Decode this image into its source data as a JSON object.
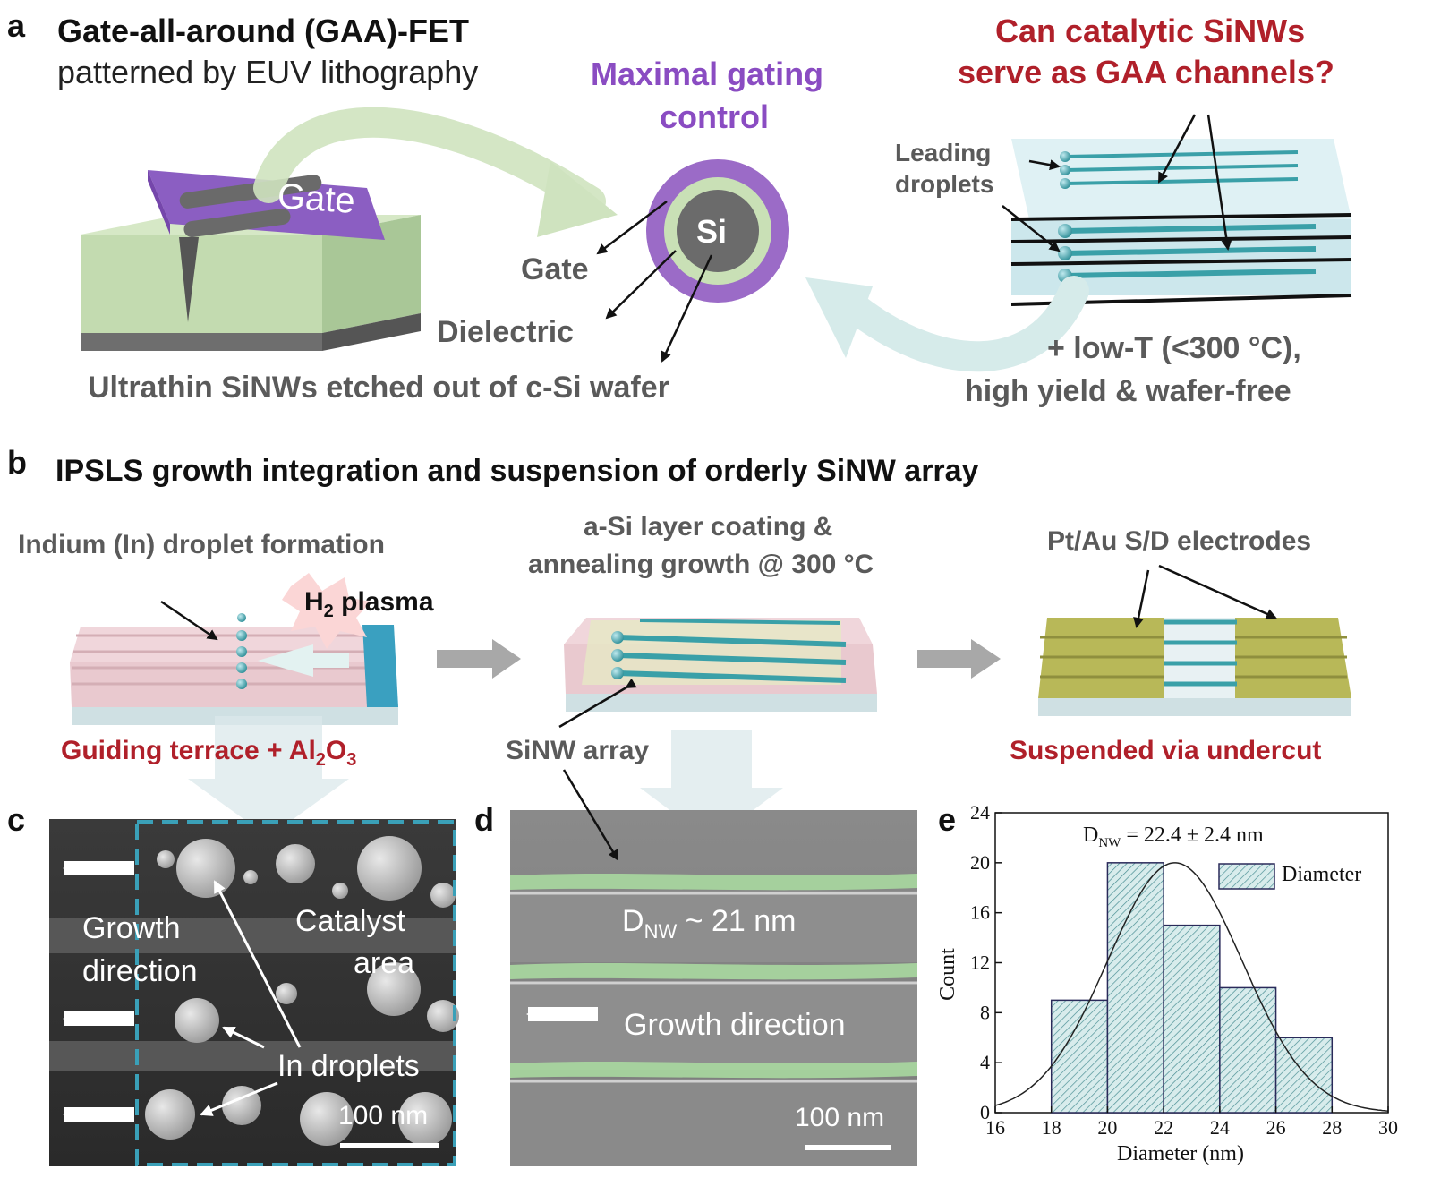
{
  "panel_a": {
    "letter": "a",
    "title_line1": "Gate-all-around (GAA)-FET",
    "title_line2": "patterned by EUV lithography",
    "gate_label": "Gate",
    "center_title_line1": "Maximal gating",
    "center_title_line2": "control",
    "si_label": "Si",
    "gate_text": "Gate",
    "dielectric_text": "Dielectric",
    "bottom_caption": "Ultrathin SiNWs etched out of c-Si wafer",
    "question_line1": "Can catalytic SiNWs",
    "question_line2": "serve as GAA channels?",
    "leading_line1": "Leading",
    "leading_line2": "droplets",
    "right_caption_line1": "+ low-T (<300 °C),",
    "right_caption_line2": "high yield & wafer-free"
  },
  "panel_b": {
    "letter": "b",
    "title": "IPSLS growth integration and suspension of orderly SiNW array",
    "step1_title": "Indium (In) droplet formation",
    "plasma_label": "H",
    "plasma_sub": "2",
    "plasma_rest": " plasma",
    "step1_caption_main": "Guiding terrace + Al",
    "step1_caption_sub1": "2",
    "step1_caption_mid": "O",
    "step1_caption_sub2": "3",
    "step2_title_line1": "a-Si layer coating &",
    "step2_title_line2": "annealing growth @ 300 °C",
    "step2_caption": "SiNW array",
    "step3_title": "Pt/Au S/D electrodes",
    "step3_caption": "Suspended via undercut"
  },
  "panel_c": {
    "letter": "c",
    "growth_line1": "Growth",
    "growth_line2": "direction",
    "catalyst_line1": "Catalyst",
    "catalyst_line2": "area",
    "droplets": "In droplets",
    "scale": "100 nm"
  },
  "panel_d": {
    "letter": "d",
    "dnw_main": "D",
    "dnw_sub": "NW",
    "dnw_rest": " ~ 21 nm",
    "growth": "Growth direction",
    "scale": "100 nm"
  },
  "panel_e": {
    "letter": "e",
    "annotation_main": "D",
    "annotation_sub": "NW",
    "annotation_rest": " = 22.4 ± 2.4 nm",
    "legend_label": "Diameter",
    "xlabel": "Diameter (nm)",
    "ylabel": "Count"
  },
  "colors": {
    "purple": "#9b6bc7",
    "green": "#c7e0b8",
    "teal": "#3aa0a8",
    "red": "#b0202a",
    "olive": "#b8b858",
    "pink": "#e9c9cf"
  },
  "chart_data": {
    "type": "bar",
    "xlabel": "Diameter (nm)",
    "ylabel": "Count",
    "bins": [
      [
        18,
        20
      ],
      [
        20,
        22
      ],
      [
        22,
        24
      ],
      [
        24,
        26
      ],
      [
        26,
        28
      ]
    ],
    "values": [
      9,
      20,
      15,
      10,
      6
    ],
    "xlim": [
      16,
      30
    ],
    "ylim": [
      0,
      24
    ],
    "xticks": [
      16,
      18,
      20,
      22,
      24,
      26,
      28,
      30
    ],
    "yticks": [
      0,
      4,
      8,
      12,
      16,
      20,
      24
    ],
    "fit": {
      "type": "gaussian",
      "mean": 22.4,
      "sd": 2.4
    },
    "legend": [
      "Diameter"
    ],
    "annotation": "DNW = 22.4 ± 2.4 nm"
  }
}
